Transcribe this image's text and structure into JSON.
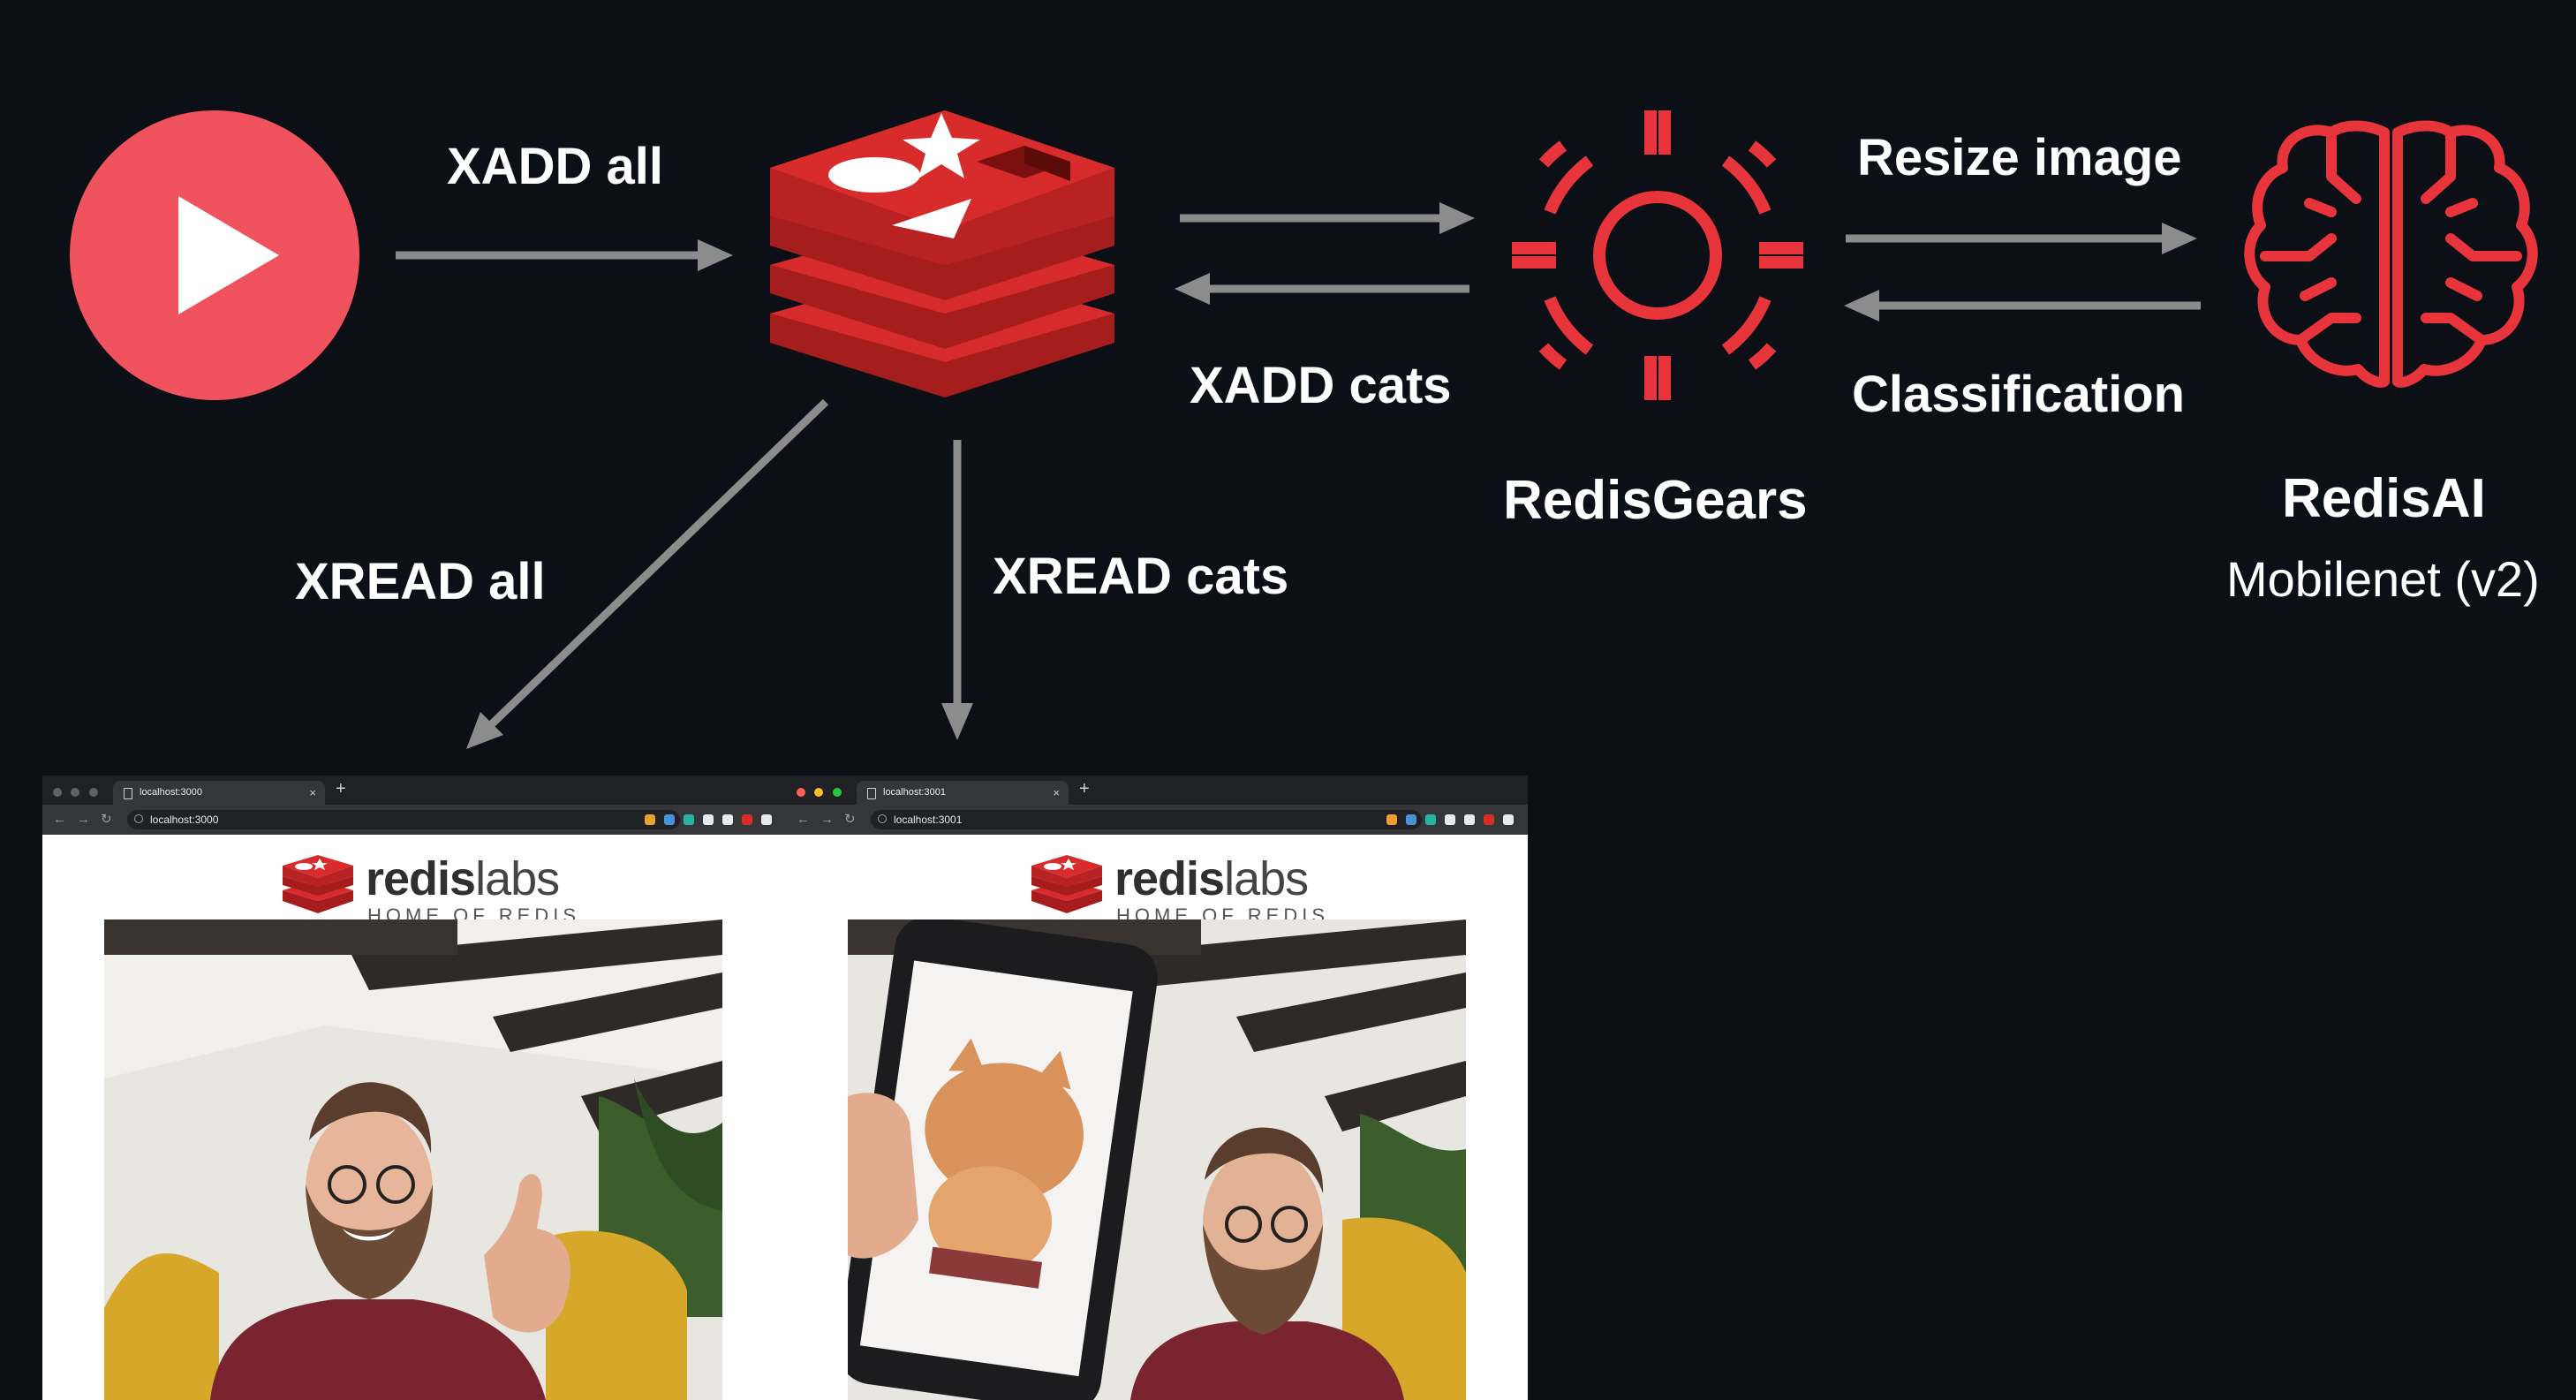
{
  "labels": {
    "xadd_all": "XADD all",
    "xadd_cats": "XADD cats",
    "xread_all": "XREAD all",
    "xread_cats": "XREAD cats",
    "resize_image": "Resize image",
    "classification": "Classification",
    "redisgears": "RedisGears",
    "redisai": "RedisAI",
    "redisai_model": "Mobilenet (v2)"
  },
  "icons": {
    "source": "play-icon",
    "redis": "redis-logo-icon",
    "gears": "gear-icon",
    "ai": "brain-icon"
  },
  "colors": {
    "background": "#0d0f16",
    "play": "#f0535e",
    "redis_red": "#d82c2c",
    "gear_red": "#e8343b",
    "arrow": "#8c8c8c",
    "text": "#ffffff"
  },
  "browsers": [
    {
      "tab_title": "localhost:3000",
      "url": "localhost:3000",
      "brand_bold": "redis",
      "brand_light": "labs",
      "brand_sub": "HOME OF REDIS"
    },
    {
      "tab_title": "localhost:3001",
      "url": "localhost:3001",
      "brand_bold": "redis",
      "brand_light": "labs",
      "brand_sub": "HOME OF REDIS"
    }
  ]
}
